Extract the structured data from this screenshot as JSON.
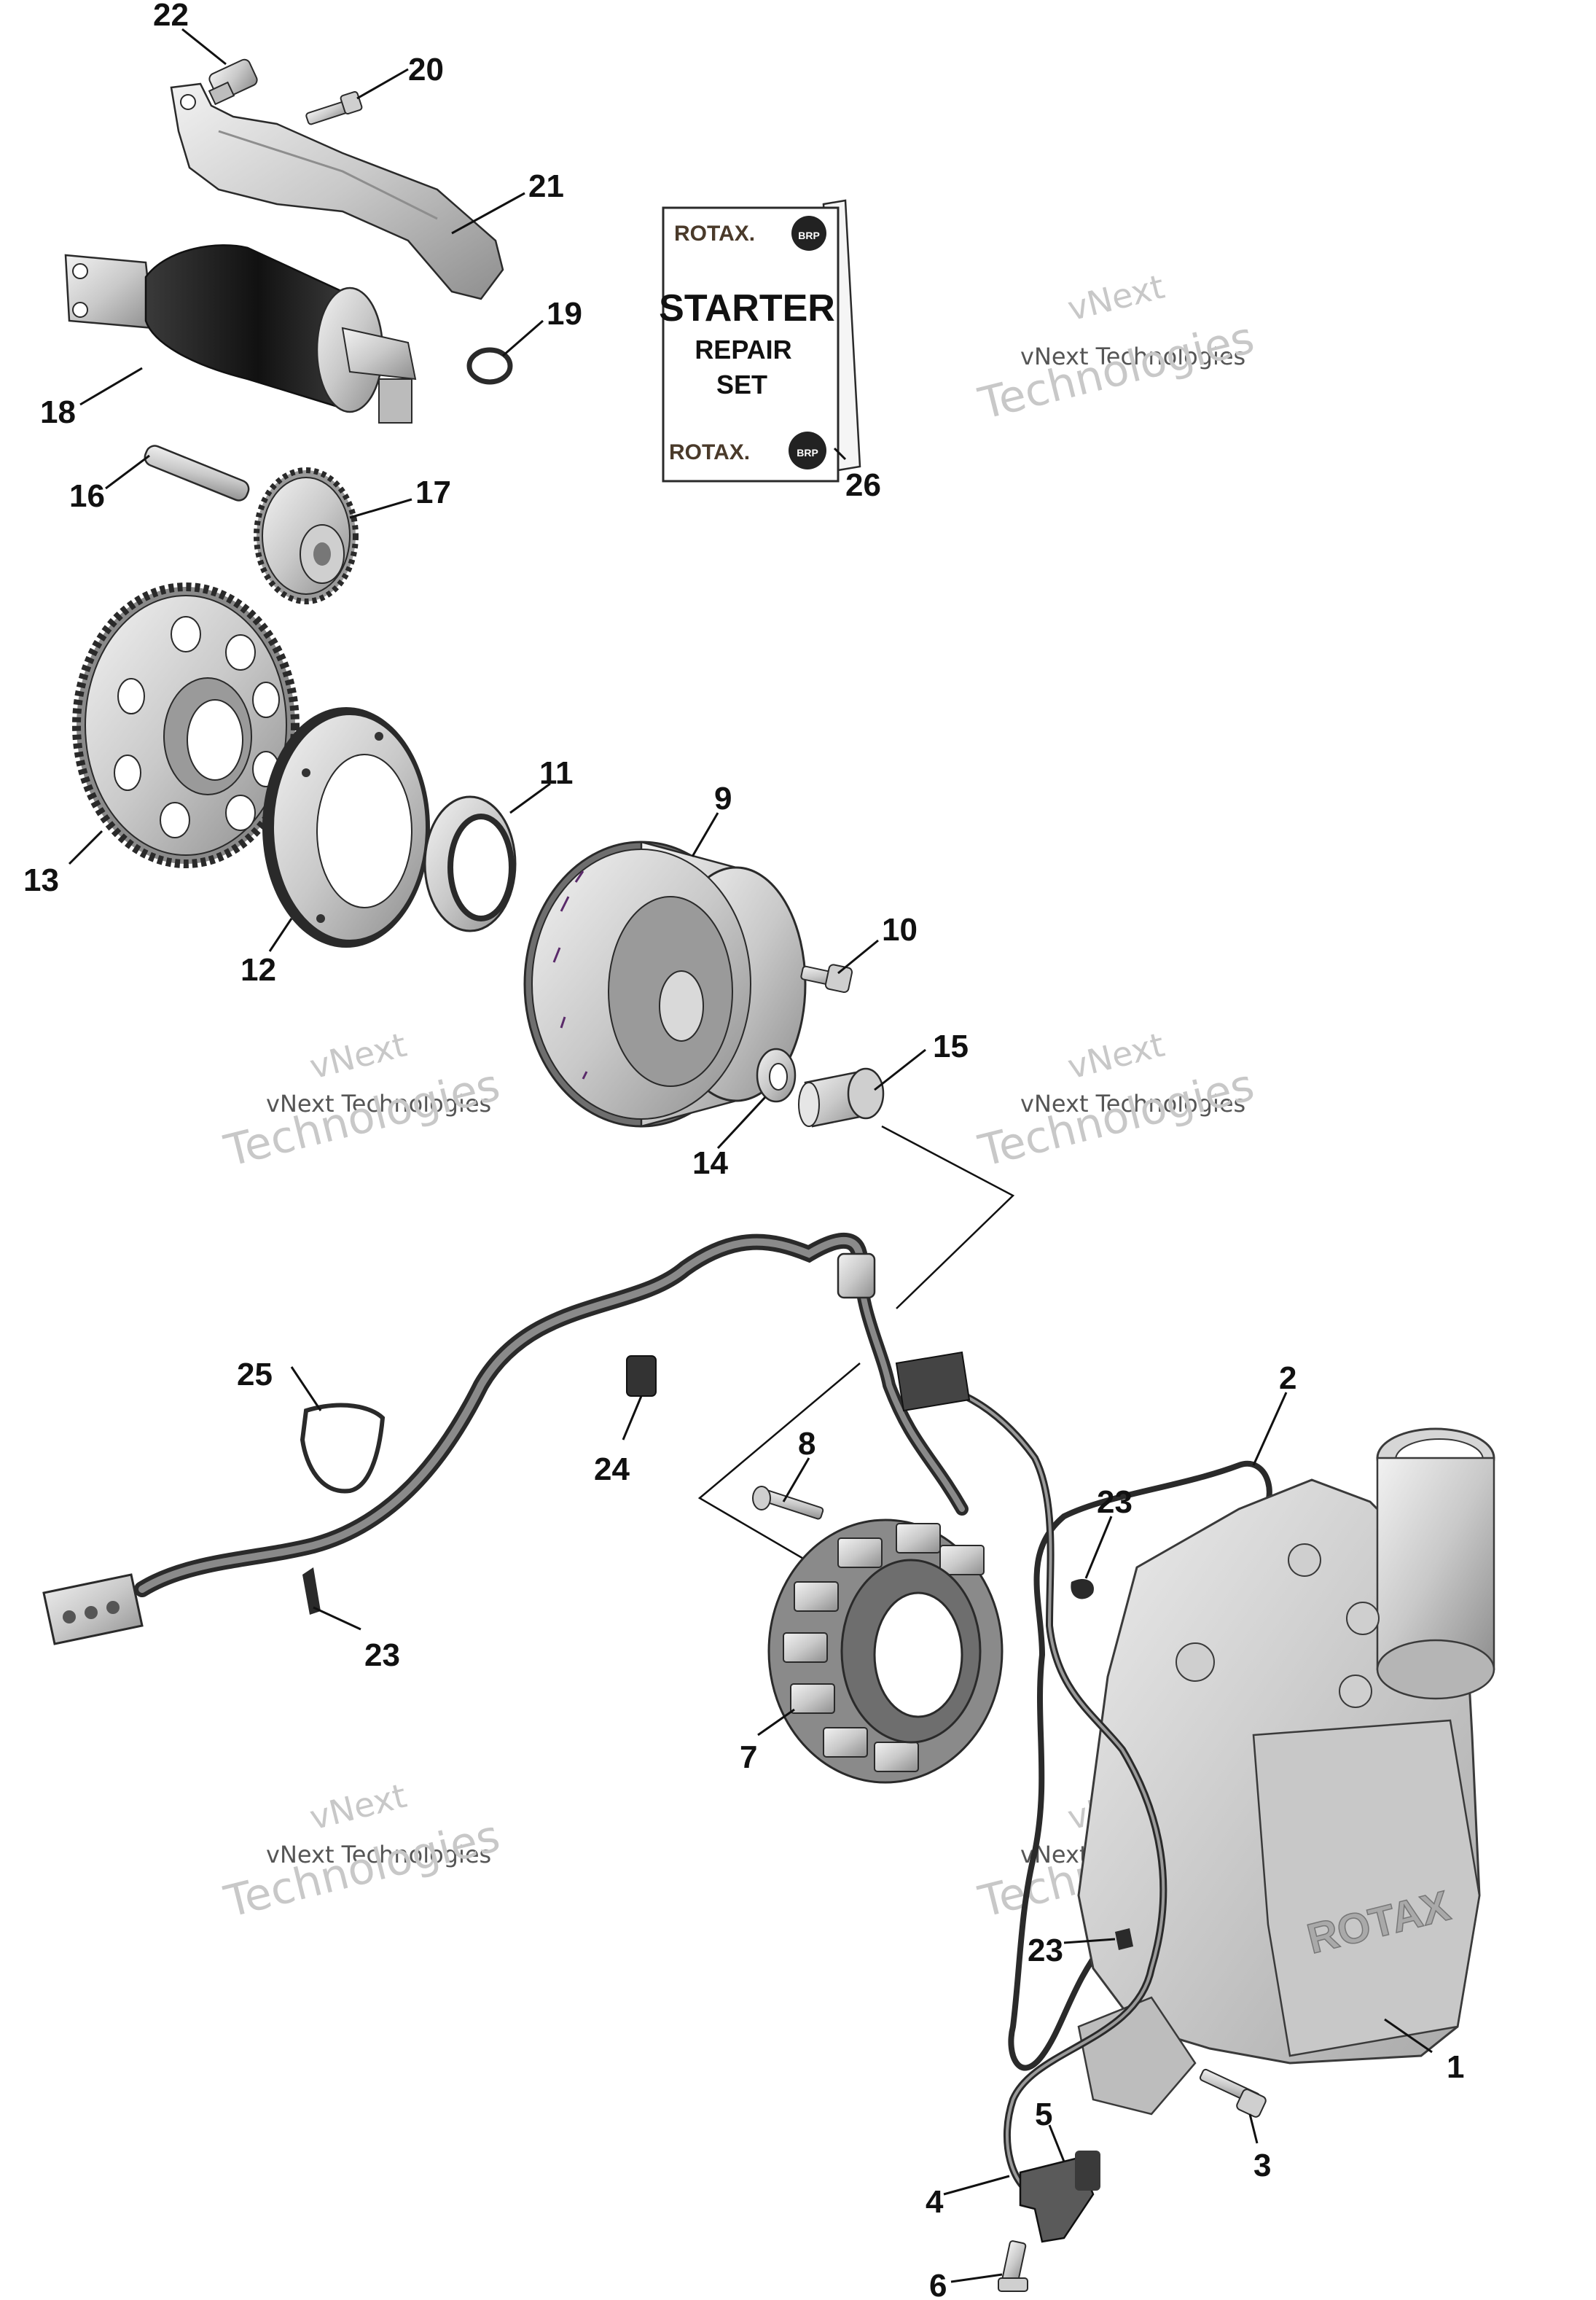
{
  "callouts": {
    "c1": "1",
    "c2": "2",
    "c3": "3",
    "c4": "4",
    "c5": "5",
    "c6": "6",
    "c7": "7",
    "c8": "8",
    "c9": "9",
    "c10": "10",
    "c11": "11",
    "c12": "12",
    "c13": "13",
    "c14": "14",
    "c15": "15",
    "c16": "16",
    "c17": "17",
    "c18": "18",
    "c19": "19",
    "c20": "20",
    "c21": "21",
    "c22": "22",
    "c23a": "23",
    "c23b": "23",
    "c23c": "23",
    "c24": "24",
    "c25": "25",
    "c26": "26"
  },
  "kit_card": {
    "brand_top": "ROTAX.",
    "title": "STARTER",
    "line2": "REPAIR",
    "line3": "SET",
    "brand_bottom": "ROTAX.",
    "badge": "BRP"
  },
  "cover_logo": "ROTAX",
  "watermark": {
    "line1": "vNext",
    "line2": "vNext Technologies",
    "line3": "Technologies"
  },
  "colors": {
    "part_light": "#e6e6e6",
    "part_mid": "#bdbdbd",
    "part_dark": "#7a7a7a",
    "outline": "#2a2a2a",
    "watermark": "#c8c8c8"
  }
}
